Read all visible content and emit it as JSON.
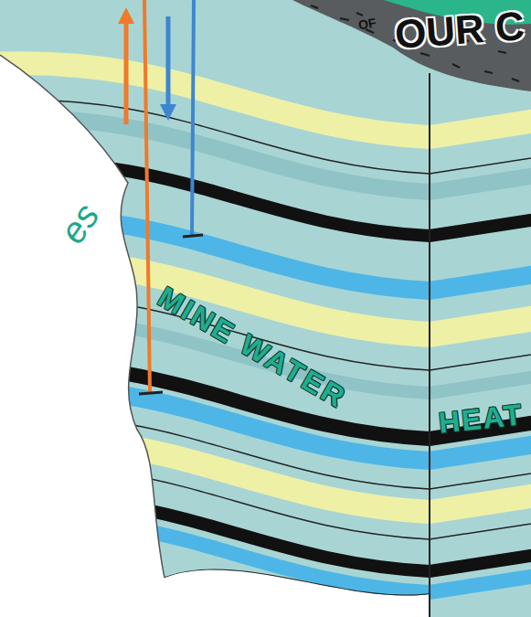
{
  "diagram": {
    "labels": [
      "OF",
      "OUR C",
      "es",
      "MINE WATER",
      "HEAT"
    ]
  }
}
